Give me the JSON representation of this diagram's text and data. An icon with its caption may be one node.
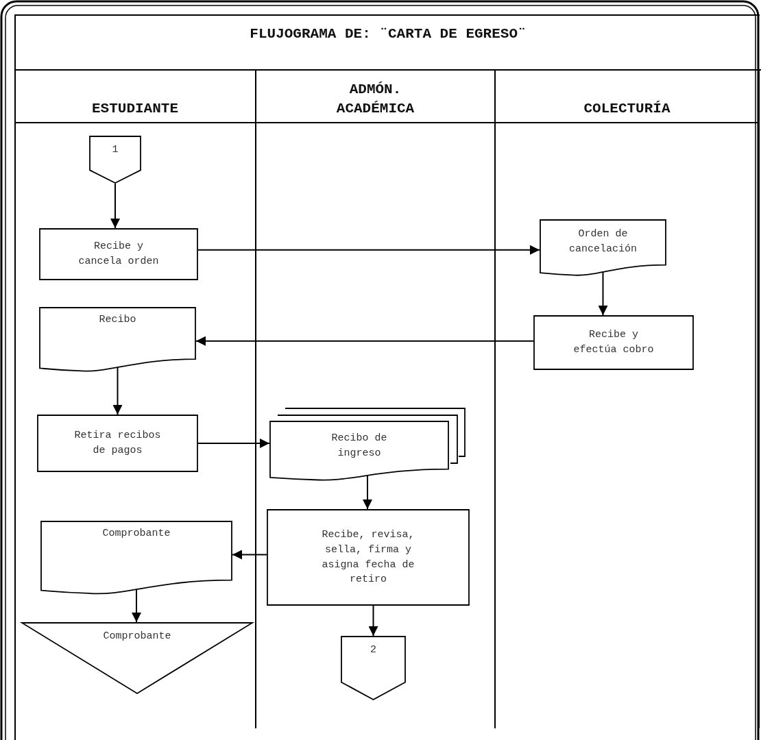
{
  "diagram": {
    "title": "FLUJOGRAMA DE: ¨CARTA DE EGRESO¨",
    "nodes": [
      {
        "text": [
          "ESTUDIANTE"
        ]
      },
      {
        "text": [
          "ADMÓN. ACADÉMICA"
        ]
      },
      {
        "text": [
          "COLECTURÍA"
        ]
      },
      {
        "text": [
          "1"
        ],
        "in": 0
      },
      {
        "text": [
          "Recibe y cancela orden"
        ],
        "in": 0
      },
      {
        "text": [
          "Orden de cancelación"
        ],
        "in": 2
      },
      {
        "text": [
          "Recibe y efectúa cobro"
        ],
        "in": 2
      },
      {
        "text": [
          "Recibo"
        ],
        "in": 0
      },
      {
        "text": [
          "Retira recibos de pagos"
        ],
        "in": 0
      },
      {
        "text": [
          "Recibo de ingreso"
        ],
        "in": 1
      },
      {
        "text": [
          "Recibe, revisa, sella, firma y asigna fecha de retiro"
        ],
        "in": 1
      },
      {
        "text": [
          "Comprobante"
        ],
        "in": 0
      },
      {
        "text": [
          "Comprobante"
        ],
        "in": 0
      },
      {
        "text": [
          "2"
        ],
        "in": 1
      }
    ],
    "edges": [
      {
        "from": 3,
        "to": 4,
        "arrow": "to"
      },
      {
        "from": 4,
        "to": 5,
        "arrow": "to"
      },
      {
        "from": 5,
        "to": 6,
        "arrow": "to"
      },
      {
        "from": 6,
        "to": 7,
        "arrow": "to"
      },
      {
        "from": 7,
        "to": 8,
        "arrow": "to"
      },
      {
        "from": 8,
        "to": 9,
        "arrow": "to"
      },
      {
        "from": 9,
        "to": 10,
        "arrow": "to"
      },
      {
        "from": 10,
        "to": 11,
        "arrow": "to"
      },
      {
        "from": 11,
        "to": 12,
        "arrow": "to"
      },
      {
        "from": 10,
        "to": 13,
        "arrow": "to"
      }
    ]
  }
}
